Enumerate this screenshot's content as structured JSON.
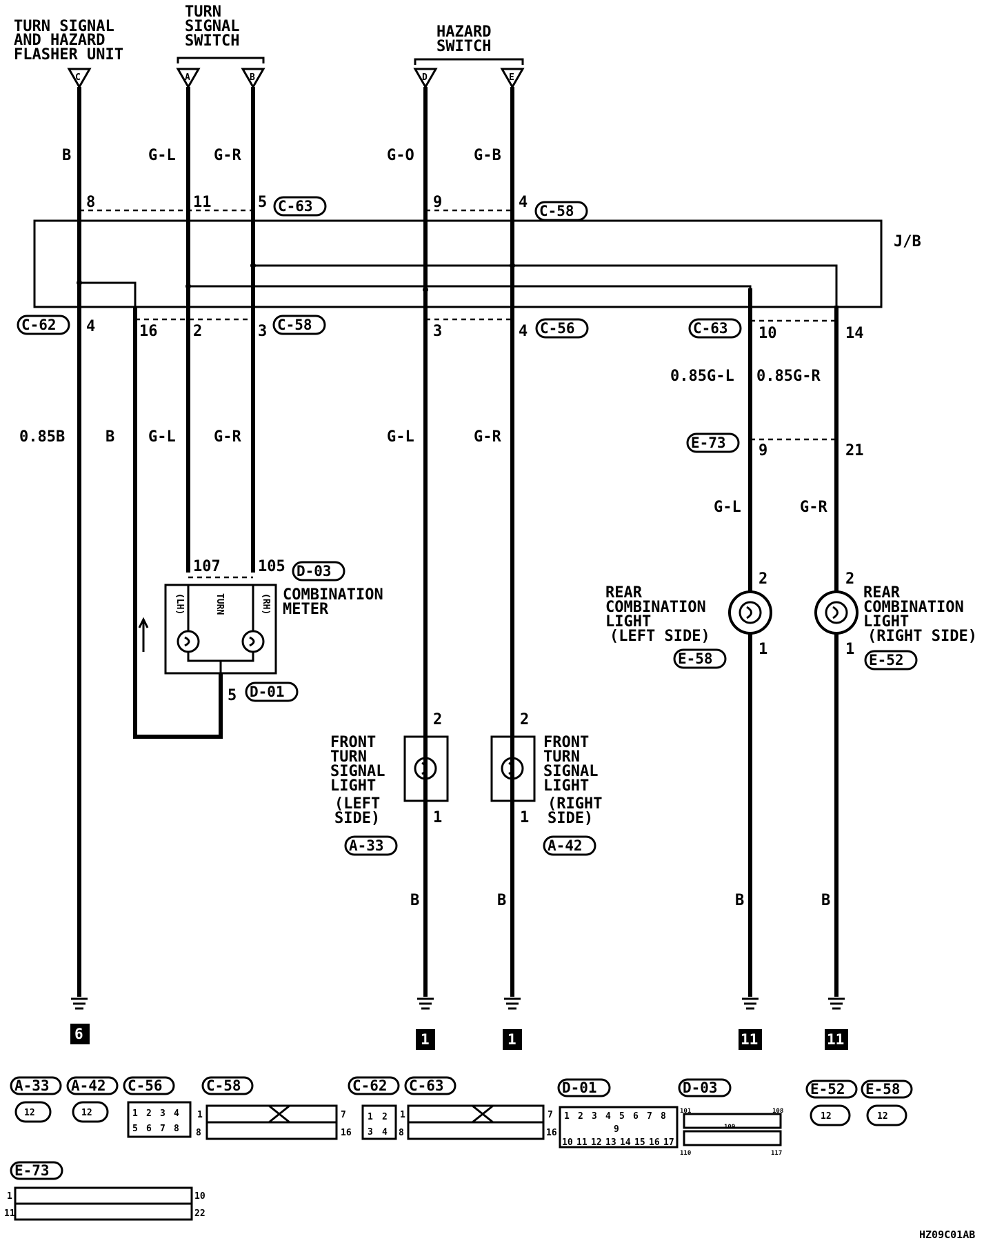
{
  "components": {
    "flasher": [
      "TURN SIGNAL",
      "AND HAZARD",
      "FLASHER UNIT"
    ],
    "turn_switch": [
      "TURN",
      "SIGNAL",
      "SWITCH"
    ],
    "hazard_switch": [
      "HAZARD",
      "SWITCH"
    ],
    "jb": "J/B",
    "combination_meter": [
      "COMBINATION",
      "METER"
    ],
    "meter_lh": "(LH)",
    "meter_turn": "TURN",
    "meter_rh": "(RH)",
    "rear_left": [
      "REAR",
      "COMBINATION",
      "LIGHT",
      "(LEFT SIDE)"
    ],
    "rear_right": [
      "REAR",
      "COMBINATION",
      "LIGHT",
      "(RIGHT SIDE)"
    ],
    "front_left": [
      "FRONT",
      "TURN",
      "SIGNAL",
      "LIGHT",
      "(LEFT",
      "SIDE)"
    ],
    "front_right": [
      "FRONT",
      "TURN",
      "SIGNAL",
      "LIGHT",
      "(RIGHT",
      "SIDE)"
    ]
  },
  "terminals": {
    "c": "C",
    "a": "A",
    "b": "B",
    "d": "D",
    "e": "E"
  },
  "wire_colors": {
    "top_c": "B",
    "top_a": "G-L",
    "top_b": "G-R",
    "top_d": "G-O",
    "top_e": "G-B",
    "mid_c": "0.85B",
    "mid_ret": "B",
    "mid_a": "G-L",
    "mid_b": "G-R",
    "mid_d": "G-L",
    "mid_e": "G-R",
    "rear_l_upper": "0.85G-L",
    "rear_r_upper": "0.85G-R",
    "rear_l_lower": "G-L",
    "rear_r_lower": "G-R",
    "gnd_fl": "B",
    "gnd_fr": "B",
    "gnd_rl": "B",
    "gnd_rr": "B"
  },
  "pins": {
    "c63_8": "8",
    "c63_11": "11",
    "c63_5": "5",
    "c58_9": "9",
    "c58_4": "4",
    "c62_4": "4",
    "c58b_16": "16",
    "c58b_2": "2",
    "c58b_3": "3",
    "c56_3": "3",
    "c56_4": "4",
    "c63b_10": "10",
    "c63b_14": "14",
    "e73_9": "9",
    "e73_21": "21",
    "d03_107": "107",
    "d03_105": "105",
    "d01_5": "5",
    "rl_2": "2",
    "rl_1": "1",
    "rr_2": "2",
    "rr_1": "1",
    "fl_2": "2",
    "fl_1": "1",
    "fr_2": "2",
    "fr_1": "1"
  },
  "connector_tags": {
    "c63_top": "C-63",
    "c58_top": "C-58",
    "c62": "C-62",
    "c58_mid": "C-58",
    "c56": "C-56",
    "c63_mid": "C-63",
    "e73": "E-73",
    "d03": "D-03",
    "d01": "D-01",
    "e58": "E-58",
    "e52": "E-52",
    "a33": "A-33",
    "a42": "A-42"
  },
  "grounds": {
    "g1": "6",
    "g2": "1",
    "g3": "1",
    "g4": "11",
    "g5": "11"
  },
  "legend": {
    "a33": "A-33",
    "a42": "A-42",
    "c56": "C-56",
    "c58": "C-58",
    "c62": "C-62",
    "c63": "C-63",
    "d01": "D-01",
    "d03": "D-03",
    "e52": "E-52",
    "e58": "E-58",
    "e73": "E-73",
    "c56_pins": [
      "1",
      "2",
      "3",
      "4",
      "5",
      "6",
      "7",
      "8"
    ],
    "c62_pins": [
      "1",
      "2",
      "3",
      "4"
    ],
    "d01_pins_top": [
      "1",
      "2",
      "3",
      "4",
      "5",
      "6",
      "7",
      "8"
    ],
    "d01_pin9": "9",
    "d01_pins_bottom": [
      "10",
      "11",
      "12",
      "13",
      "14",
      "15",
      "16",
      "17"
    ],
    "c58_left_top": "1",
    "c58_left_bottom": "8",
    "c58_right_top": "7",
    "c58_right_bottom": "16",
    "c63_left_top": "1",
    "c63_left_bottom": "8",
    "c63_right_top": "7",
    "c63_right_bottom": "16",
    "d03_101": "101",
    "d03_108": "108",
    "d03_109": "109",
    "d03_110": "110",
    "d03_117": "117",
    "e73_1": "1",
    "e73_10": "10",
    "e73_11": "11",
    "e73_22": "22",
    "two_pin": "12"
  },
  "diagram_code": "HZ09C01AB"
}
